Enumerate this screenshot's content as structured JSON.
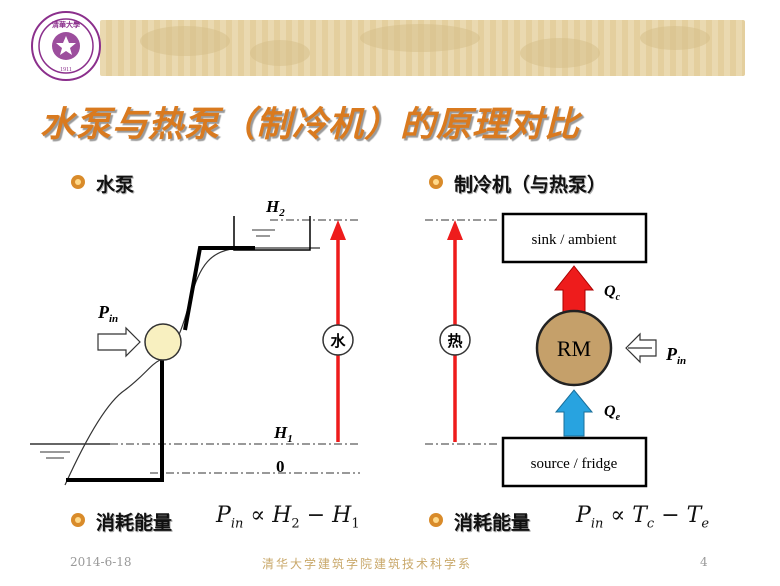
{
  "title": "水泵与热泵（制冷机）的原理对比",
  "left": {
    "heading": "水泵",
    "label_H2": "H",
    "sub_H2": "2",
    "label_H1": "H",
    "sub_H1": "1",
    "label_zero": "0",
    "label_P": "P",
    "sub_P": "in",
    "arrow_label": "水"
  },
  "right": {
    "heading": "制冷机（与热泵）",
    "sink_label": "sink / ambient",
    "source_label": "source / fridge",
    "machine_label": "RM",
    "arrow_label": "热",
    "label_Qc": "Q",
    "sub_Qc": "c",
    "label_Qe": "Q",
    "sub_Qe": "e",
    "label_P": "P",
    "sub_P": "in"
  },
  "formula_left": {
    "label": "消耗能量",
    "expression": "P_in ∝ H_2 − H_1",
    "P": "P",
    "P_sub": "in",
    "prop": "∝",
    "H2": "H",
    "H2_sub": "2",
    "minus": "−",
    "H1": "H",
    "H1_sub": "1"
  },
  "formula_right": {
    "label": "消耗能量",
    "expression": "P_in ∝ T_c − T_e",
    "P": "P",
    "P_sub": "in",
    "prop": "∝",
    "Tc": "T",
    "Tc_sub": "c",
    "minus": "−",
    "Te": "T",
    "Te_sub": "e"
  },
  "footer": {
    "date": "2014-6-18",
    "institution": "清华大学建筑学院建筑技术科学系",
    "page": "4"
  },
  "logo": {
    "text_top": "清華大學",
    "text_year": "1911"
  },
  "colors": {
    "title": "#d97a1f",
    "red_arrow": "#ee1c1c",
    "blue_arrow": "#28a3e0",
    "machine": "#c5a06a",
    "pump": "#f8f0c0",
    "logo": "#8b2f8c"
  }
}
